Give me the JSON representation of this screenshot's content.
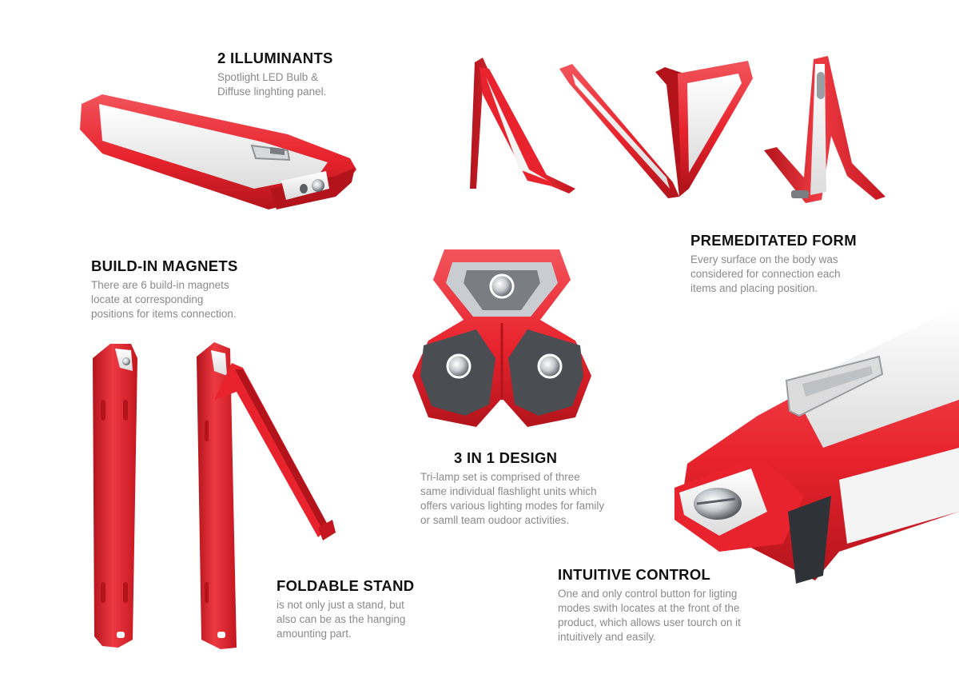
{
  "colors": {
    "accent_red": "#e8232d",
    "red_dark": "#b3141c",
    "red_light": "#f2545b",
    "panel_white": "#f4f4f4",
    "metal": "#c9ccd0",
    "title_text": "#111111",
    "body_text": "#8a8a8a"
  },
  "sections": {
    "illuminants": {
      "title": "2 ILLUMINANTS",
      "lines": [
        "Spotlight LED Bulb &",
        "Diffuse linghting panel."
      ]
    },
    "magnets": {
      "title": "BUILD-IN MAGNETS",
      "lines": [
        "There are 6 build-in magnets",
        "locate at corresponding",
        "positions for items connection."
      ]
    },
    "premeditated": {
      "title": "PREMEDITATED FORM",
      "lines": [
        "Every surface on the body was",
        "considered for connection each",
        "items and placing position."
      ]
    },
    "three_in_one": {
      "title": "3 IN 1 DESIGN",
      "lines": [
        "Tri-lamp set is comprised of three",
        "same individual flashlight units which",
        "offers various lighting modes for family",
        "or samll team oudoor activities."
      ]
    },
    "foldable": {
      "title": "FOLDABLE STAND",
      "lines": [
        "is not only just a stand, but",
        "also can be as the hanging",
        "amounting part."
      ]
    },
    "intuitive": {
      "title": "INTUITIVE CONTROL",
      "lines": [
        "One and only control button for ligting",
        "modes swith locates at the front of the",
        "product, which allows user tourch on it",
        "intuitively and easily."
      ]
    }
  },
  "illustrations": {
    "flashlight_angled": "flashlight-angled-render",
    "stand_poses": "stand-poses-render",
    "trilamp": "trilamp-render",
    "side_views": "side-views-render",
    "closeup": "control-closeup-render"
  }
}
